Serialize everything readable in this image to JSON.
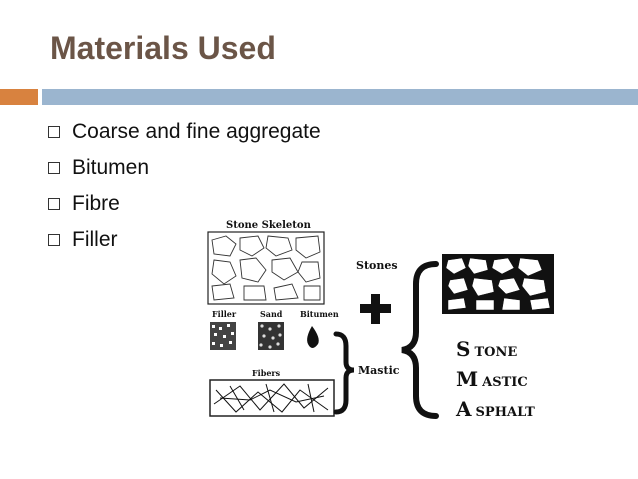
{
  "slide": {
    "title": "Materials Used",
    "bullets": [
      "Coarse and fine aggregate",
      "Bitumen",
      "Fibre",
      "Filler"
    ]
  },
  "diagram": {
    "stone_skeleton": "Stone Skeleton",
    "filler": "Filler",
    "sand": "Sand",
    "bitumen": "Bitumen",
    "fibers": "Fibers",
    "stones": "Stones",
    "mastic": "Mastic",
    "sma": [
      {
        "initial": "S",
        "rest": "TONE"
      },
      {
        "initial": "M",
        "rest": "ASTIC"
      },
      {
        "initial": "A",
        "rest": "SPHALT"
      }
    ]
  }
}
